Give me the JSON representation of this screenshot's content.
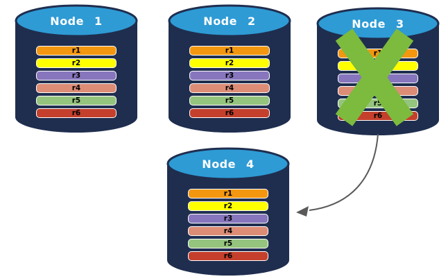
{
  "nodes": [
    {
      "label": "Node 1",
      "status": "ok"
    },
    {
      "label": "Node 2",
      "status": "ok"
    },
    {
      "label": "Node 3",
      "status": "failed"
    },
    {
      "label": "Node 4",
      "status": "ok"
    }
  ],
  "records": [
    {
      "label": "r1",
      "color": "#F39711"
    },
    {
      "label": "r2",
      "color": "#FFFF00"
    },
    {
      "label": "r3",
      "color": "#8776BD"
    },
    {
      "label": "r4",
      "color": "#DD8C76"
    },
    {
      "label": "r5",
      "color": "#95C47E"
    },
    {
      "label": "r6",
      "color": "#C4402C"
    }
  ],
  "colors": {
    "cylinder_body": "#1F2E4F",
    "cylinder_top": "#2E9BD5",
    "failure_x": "#7CBB3D",
    "arrow": "#595959",
    "node_label_text": "#FFFFFF",
    "record_text": "#000000"
  }
}
